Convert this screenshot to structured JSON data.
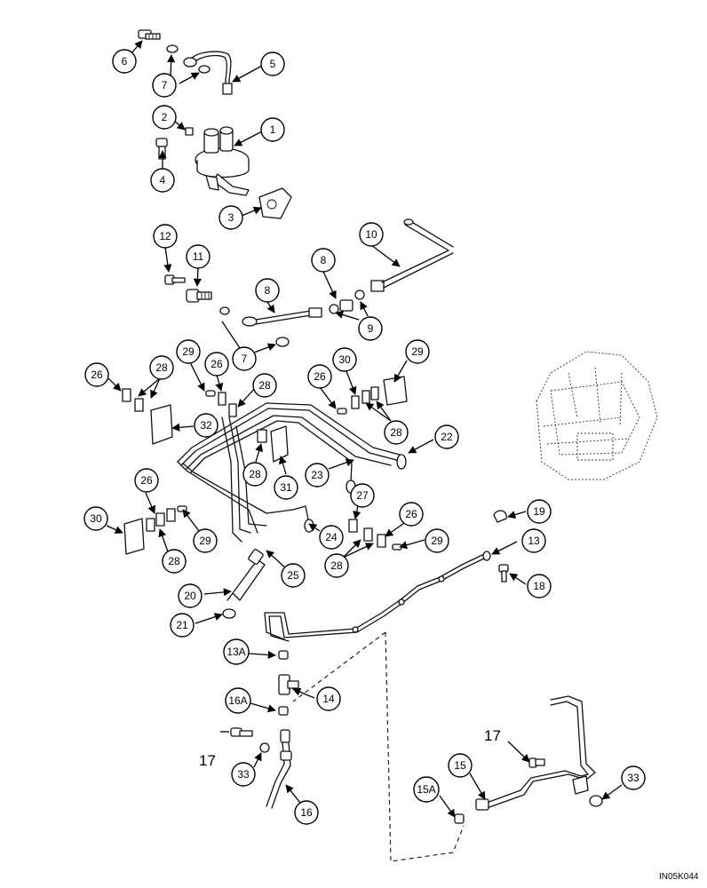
{
  "figure_code": "IN05K044",
  "callouts": [
    "6",
    "7",
    "5",
    "2",
    "1",
    "4",
    "3",
    "12",
    "11",
    "8",
    "10",
    "8",
    "9",
    "7",
    "26",
    "28",
    "29",
    "26",
    "28",
    "32",
    "26",
    "30",
    "29",
    "28",
    "28",
    "31",
    "23",
    "22",
    "26",
    "30",
    "29",
    "28",
    "27",
    "26",
    "24",
    "29",
    "28",
    "25",
    "19",
    "13",
    "18",
    "20",
    "21",
    "13A",
    "14",
    "16A",
    "33",
    "16",
    "15",
    "15A",
    "33"
  ],
  "plain_labels": [
    "17",
    "17"
  ]
}
